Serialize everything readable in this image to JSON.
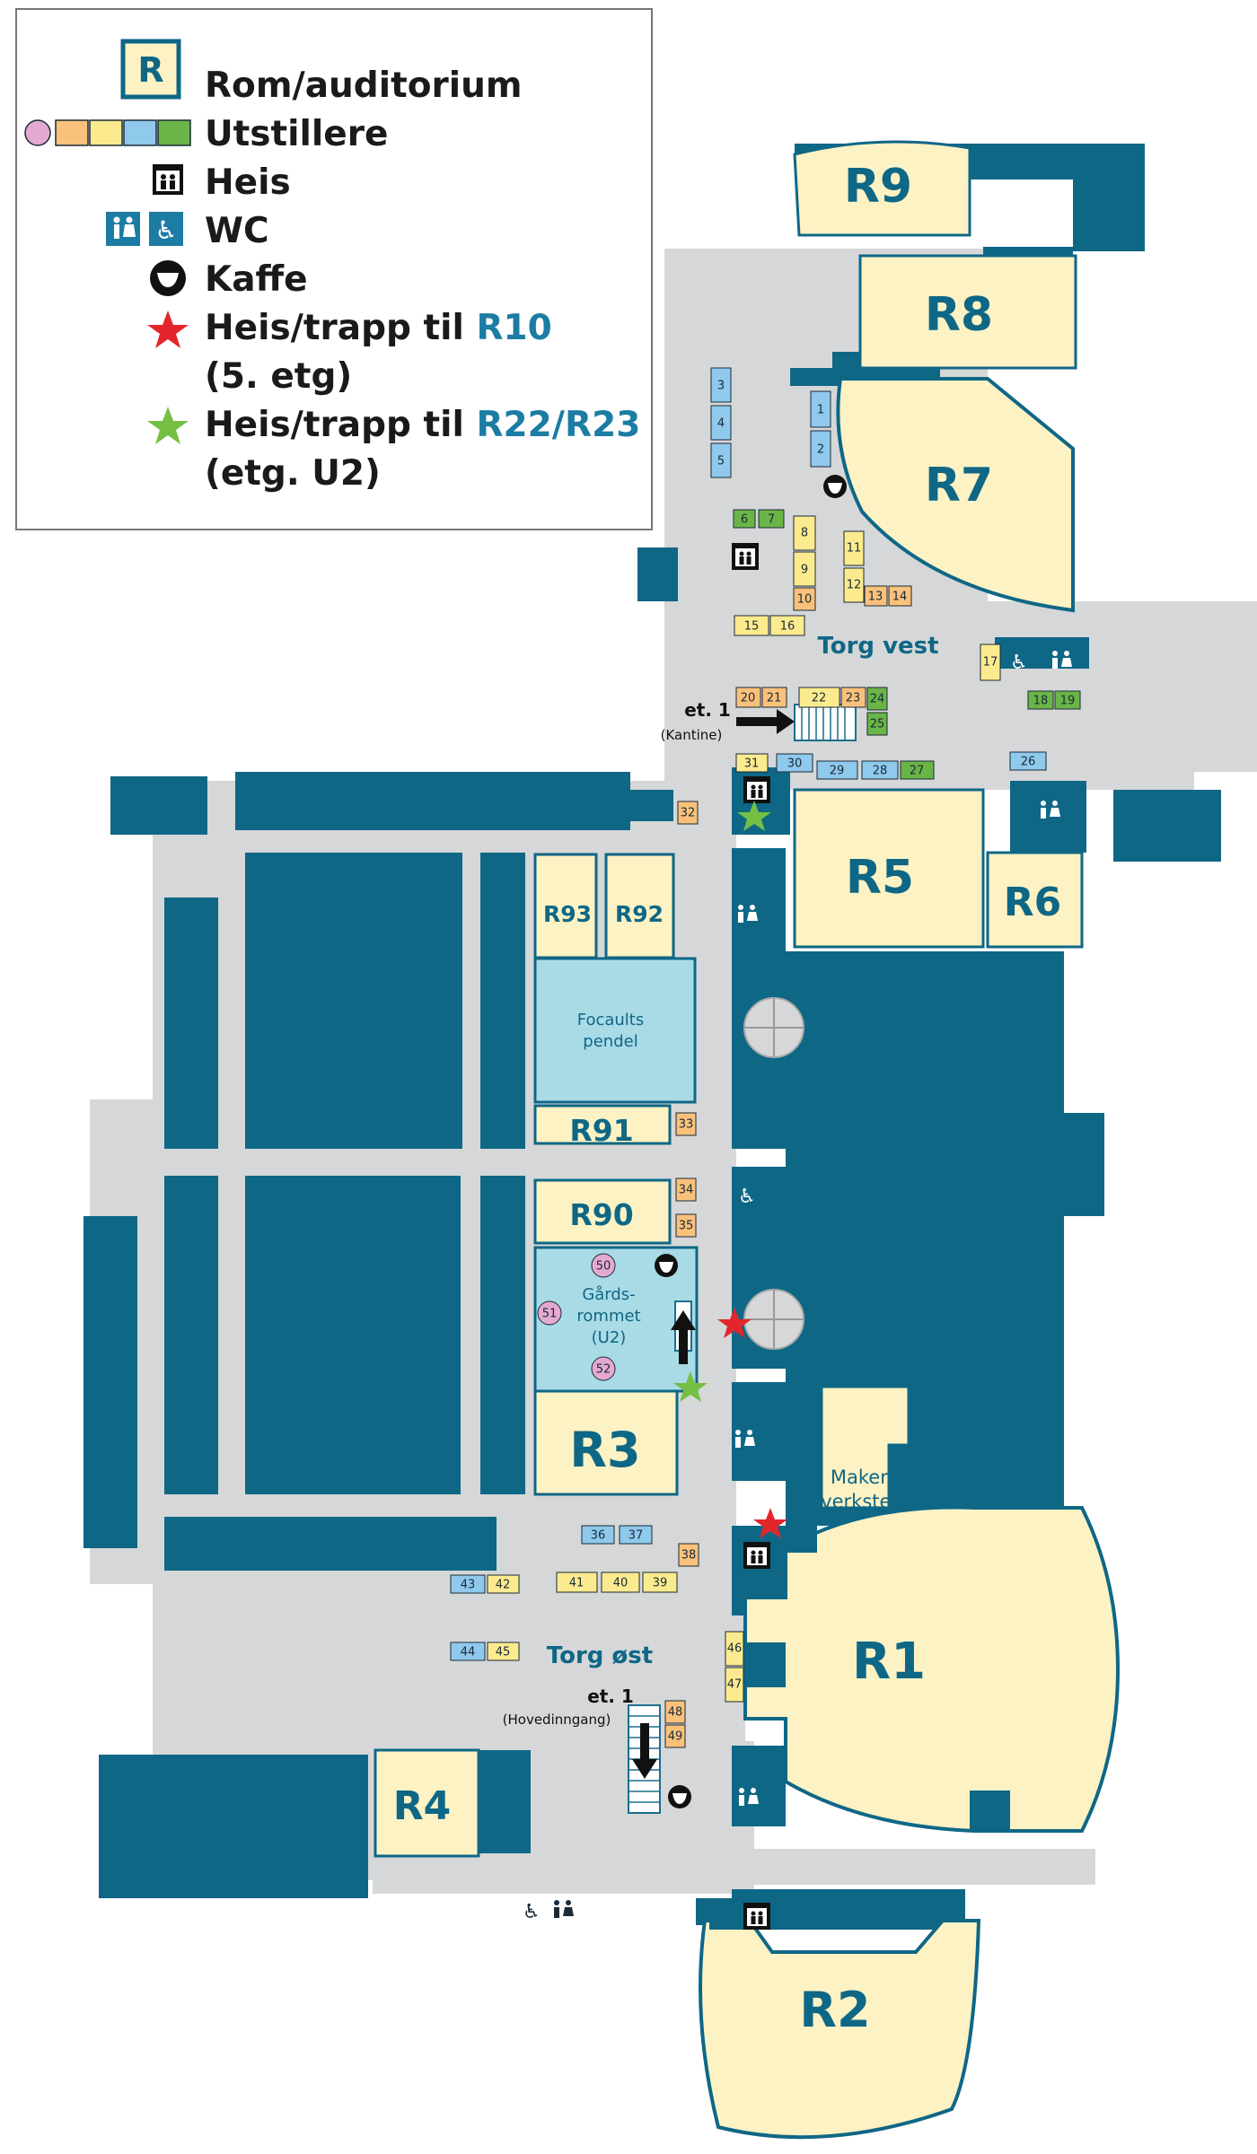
{
  "legend": {
    "room_letter": "R",
    "room": "Rom/auditorium",
    "exhibitors": "Utstillere",
    "elevator": "Heis",
    "wc": "WC",
    "coffee": "Kaffe",
    "r10_prefix": "Heis/trapp til ",
    "r10_room": "R10",
    "r10_floor": "(5. etg)",
    "r22_prefix": "Heis/trapp til ",
    "r22_room": "R22/R23",
    "r22_floor": "(etg. U2)"
  },
  "rooms": {
    "r1": "R1",
    "r2": "R2",
    "r3": "R3",
    "r4": "R4",
    "r5": "R5",
    "r6": "R6",
    "r7": "R7",
    "r8": "R8",
    "r9": "R9",
    "r90": "R90",
    "r91": "R91",
    "r92": "R92",
    "r93": "R93"
  },
  "areas": {
    "torg_vest": "Torg vest",
    "torg_ost": "Torg øst",
    "foucault_1": "Focaults",
    "foucault_2": "pendel",
    "gard_1": "Gårds-",
    "gard_2": "rommet",
    "gard_3": "(U2)",
    "maker_1": "Maker-",
    "maker_2": "verksted",
    "et1_top": "et. 1",
    "kantine": "(Kantine)",
    "et1_bottom": "et. 1",
    "hovedinngang": "(Hovedinngang)"
  },
  "booths": {
    "b1": "1",
    "b2": "2",
    "b3": "3",
    "b4": "4",
    "b5": "5",
    "b6": "6",
    "b7": "7",
    "b8": "8",
    "b9": "9",
    "b10": "10",
    "b11": "11",
    "b12": "12",
    "b13": "13",
    "b14": "14",
    "b15": "15",
    "b16": "16",
    "b17": "17",
    "b18": "18",
    "b19": "19",
    "b20": "20",
    "b21": "21",
    "b22": "22",
    "b23": "23",
    "b24": "24",
    "b25": "25",
    "b26": "26",
    "b27": "27",
    "b28": "28",
    "b29": "29",
    "b30": "30",
    "b31": "31",
    "b32": "32",
    "b33": "33",
    "b34": "34",
    "b35": "35",
    "b36": "36",
    "b37": "37",
    "b38": "38",
    "b39": "39",
    "b40": "40",
    "b41": "41",
    "b42": "42",
    "b43": "43",
    "b44": "44",
    "b45": "45",
    "b46": "46",
    "b47": "47",
    "b48": "48",
    "b49": "49",
    "b50": "50",
    "b51": "51",
    "b52": "52"
  },
  "colors": {
    "wall": "#0f6786",
    "corridor": "#d6d7d8",
    "room": "#fcf2c4",
    "courtyard": "#a9dbe6",
    "booth_blue": "#8fc9ec",
    "booth_yellow": "#fbeb8e",
    "booth_orange": "#fac17b",
    "booth_green": "#6ab547",
    "booth_pink": "#e4a9d1",
    "star_red": "#e3262c",
    "star_green": "#75bf45"
  }
}
